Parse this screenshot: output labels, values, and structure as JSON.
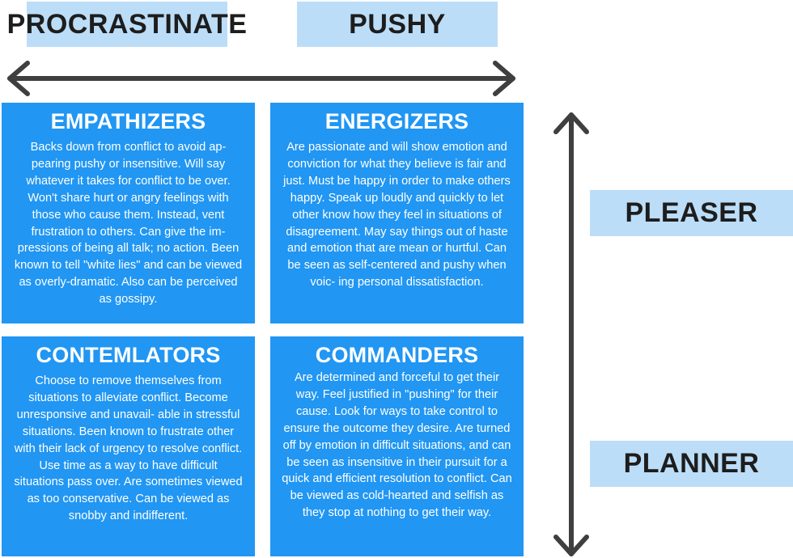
{
  "colors": {
    "quadrant_fill": "#2196F3",
    "label_fill": "#BCDDF7",
    "arrow": "#3f3f3f",
    "label_text": "#1d1d1d",
    "quadrant_text": "#ffffff"
  },
  "axis_labels": {
    "left": "PROCRASTINATE",
    "right": "PUSHY",
    "top": "PLEASER",
    "bottom": "PLANNER"
  },
  "quadrants": {
    "top_left": {
      "title": "EMPATHIZERS",
      "text": "Backs down from conflict to avoid  ap- pearing pushy or insensitive. Will say whatever it takes for conflict to be over. Won't share hurt or angry feelings with those who cause them. Instead, vent frustration to others. Can give the im- pressions of being all talk; no action. Been known to tell \"white lies\" and can be viewed as overly-dramatic. Also can be perceived as gossipy."
    },
    "top_right": {
      "title": "ENERGIZERS",
      "text": "Are passionate and will show emotion and conviction for what they believe is fair and just. Must be happy in order to make others happy. Speak up loudly and quickly to let other know how they feel in situations of disagreement. May say things out of haste and emotion that are mean or hurtful. Can be seen as self-centered and pushy when voic- ing personal dissatisfaction."
    },
    "bottom_left": {
      "title": "CONTEMLATORS",
      "text": "Choose to remove themselves from situations to alleviate conflict. Become unresponsive and unavail- able in stressful situations. Been known to frustrate other with their lack of urgency to resolve conflict. Use time as  a way to have difficult situations pass over. Are sometimes viewed as too conservative. Can be viewed as snobby and indifferent."
    },
    "bottom_right": {
      "title": "COMMANDERS",
      "text": "Are determined and forceful to get their way. Feel justified in \"pushing\" for their cause. Look for ways to take control to ensure the outcome they desire. Are turned off by emotion in difficult situations, and can be seen as insensitive in their pursuit for a quick and efficient resolution to conflict. Can be viewed as cold-hearted and selfish as they stop at nothing to get their way."
    }
  }
}
